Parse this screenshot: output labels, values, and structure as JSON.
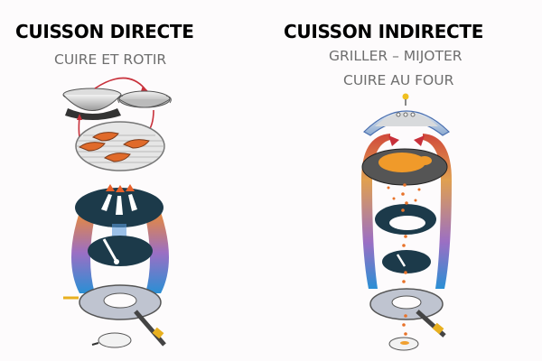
{
  "left": {
    "title": "CUISSON DIRECTE",
    "subtitle": "CUIRE ET ROTIR",
    "illustration": [
      "wok-icon",
      "paella-pan-icon",
      "grill-grate-with-steaks",
      "heat-diffuser-plate",
      "small-diffuser-plate",
      "gas-burner-ring",
      "igniter"
    ]
  },
  "right": {
    "title": "CUISSON INDIRECTE",
    "subtitle_lines": [
      "GRILLER – MIJOTER",
      "CUIRE AU FOUR"
    ],
    "illustration": [
      "dome-lid",
      "grill-with-roast-chicken",
      "ring-plate",
      "small-diffuser-plate",
      "gas-burner-ring",
      "igniter"
    ]
  },
  "colors": {
    "title": "#000000",
    "subtitle": "#6e6e6e",
    "dark_plate": "#1c3a4a",
    "red_arrow": "#c8303a",
    "flame_orange": "#e8732a",
    "heat_gradient_top": "#e88a3a",
    "heat_gradient_mid": "#9b6fc4",
    "heat_gradient_bottom": "#2a8fd4"
  }
}
